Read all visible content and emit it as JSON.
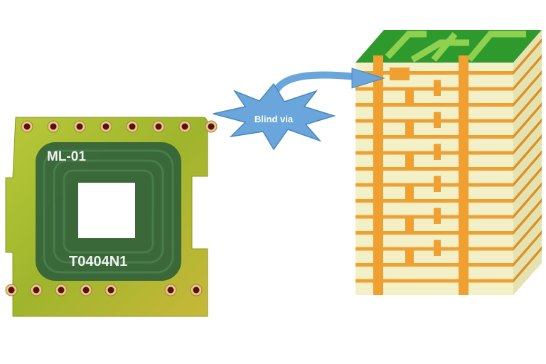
{
  "pcb": {
    "label_top": "ML-01",
    "label_bottom": "T0404N1",
    "top_pin_count": 8,
    "bottom_pins_left_group": 5,
    "bottom_pins_right_group": 2
  },
  "callout": {
    "text": "Blind via",
    "color": "#6aa6dc"
  },
  "stack": {
    "layer_count": 14,
    "colors": {
      "top": "#2e9a2e",
      "trace": "#8fd14f",
      "copper": "#f0a030",
      "dielectric": "#f3f0c8"
    }
  }
}
